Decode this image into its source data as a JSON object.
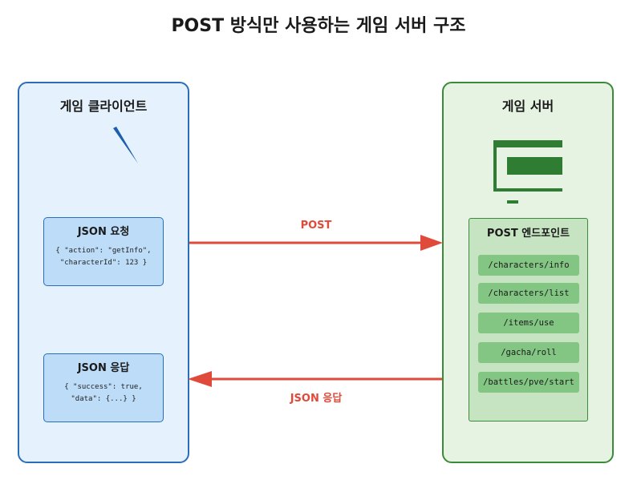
{
  "title": "POST 방식만 사용하는 게임 서버 구조",
  "client": {
    "title": "게임 클라이언트",
    "request": {
      "title": "JSON 요청",
      "line1": "{ \"action\": \"getInfo\",",
      "line2": "\"characterId\": 123 }"
    },
    "response": {
      "title": "JSON 응답",
      "line1": "{ \"success\": true,",
      "line2": "\"data\": {...} }"
    }
  },
  "server": {
    "title": "게임 서버",
    "endpoints_title": "POST 엔드포인트",
    "endpoints": [
      "/characters/info",
      "/characters/list",
      "/items/use",
      "/gacha/roll",
      "/battles/pve/start"
    ]
  },
  "arrows": {
    "request_label": "POST",
    "response_label": "JSON 응답"
  },
  "colors": {
    "client_border": "#2a6ebb",
    "server_border": "#3a8a3a",
    "arrow": "#e04a3a",
    "server_icon": "#2e7d32"
  },
  "icons": {
    "client": "stylus-line-icon",
    "server": "server-monitor-icon"
  }
}
